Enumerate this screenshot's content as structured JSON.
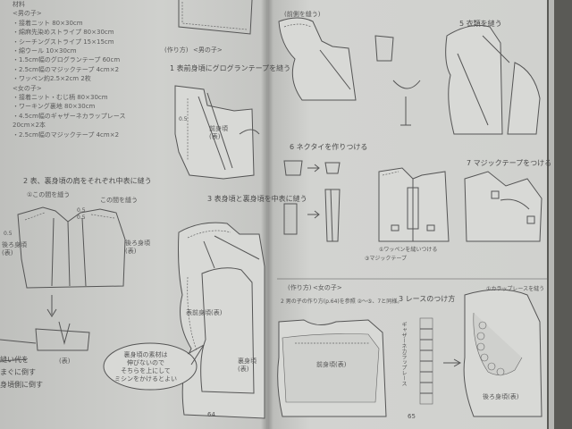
{
  "materials": {
    "lines": [
      "材料",
      "<男の子>",
      "・接着ニット  80×30cm",
      "・綿麻先染めストライプ  80×30cm",
      "・シーチングストライプ  15×15cm",
      "・綿ウール  10×30cm",
      "・1.5cm幅のグログランテープ  60cm",
      "・2.5cm幅のマジックテープ  4cm×2",
      "・ワッペン約2.5×2cm  2枚",
      "<女の子>",
      "・接着ニット・むじ柄  80×30cm",
      "・ワーキング裏地  80×30cm",
      "・4.5cm幅のギャザーネカラップレース",
      "20cm×2本",
      "・2.5cm幅のマジックテープ  4cm×2"
    ]
  },
  "left_page": {
    "section_label": "(作り方)",
    "section_sub": "<男の子>",
    "step1": "1  表前身頃にグログランテープを縫う",
    "step1_label": "前身頃\n(表)",
    "step2": "2  表、裏身頃の肩をそれぞれ中表に縫う",
    "step2_note_a": "①この間を縫う",
    "step2_note_b": "この間を縫う",
    "step2_back_left": "後ろ身頃\n(表)",
    "step2_back_right": "後ろ身頃\n(表)",
    "step3": "3  表身頃と裏身頃を中表に縫う",
    "step3_label": "表前身頃(表)",
    "step3_back": "裏身頃\n(表)",
    "bubble": "裏身頃の素材は\n伸びないので\nそちらを上にして\nミシンをかけるとよい",
    "cut_left_a": "縫い代を",
    "cut_left_b": "まぐに倒す",
    "cut_left_c": "身頃側に倒す",
    "surface": "(表)",
    "measure_05": "0.5",
    "page_number": "64"
  },
  "right_page": {
    "step_top": "(前側を縫う)",
    "step5": "5  衣類を縫う",
    "step6": "6  ネクタイを作りつける",
    "step7": "7  マジックテープをつける",
    "girl_label": "(作り方)",
    "girl_sub": "<女の子>",
    "girl_step2": "2  男の子の作り方(p.64)を参照 ②〜⑤、7と同様。",
    "girl_step3": "3  レースのつけ方",
    "girl_label_front": "前身頃(表)",
    "girl_label_back": "後ろ身頃(表)",
    "lace_label": "ギャザーネカラップレース",
    "note_ribbon": "①ワッペンを縫いつける",
    "note_tape": "③マジックテープ",
    "collar_note": "①カラップレースを縫う",
    "page_number": "65"
  }
}
